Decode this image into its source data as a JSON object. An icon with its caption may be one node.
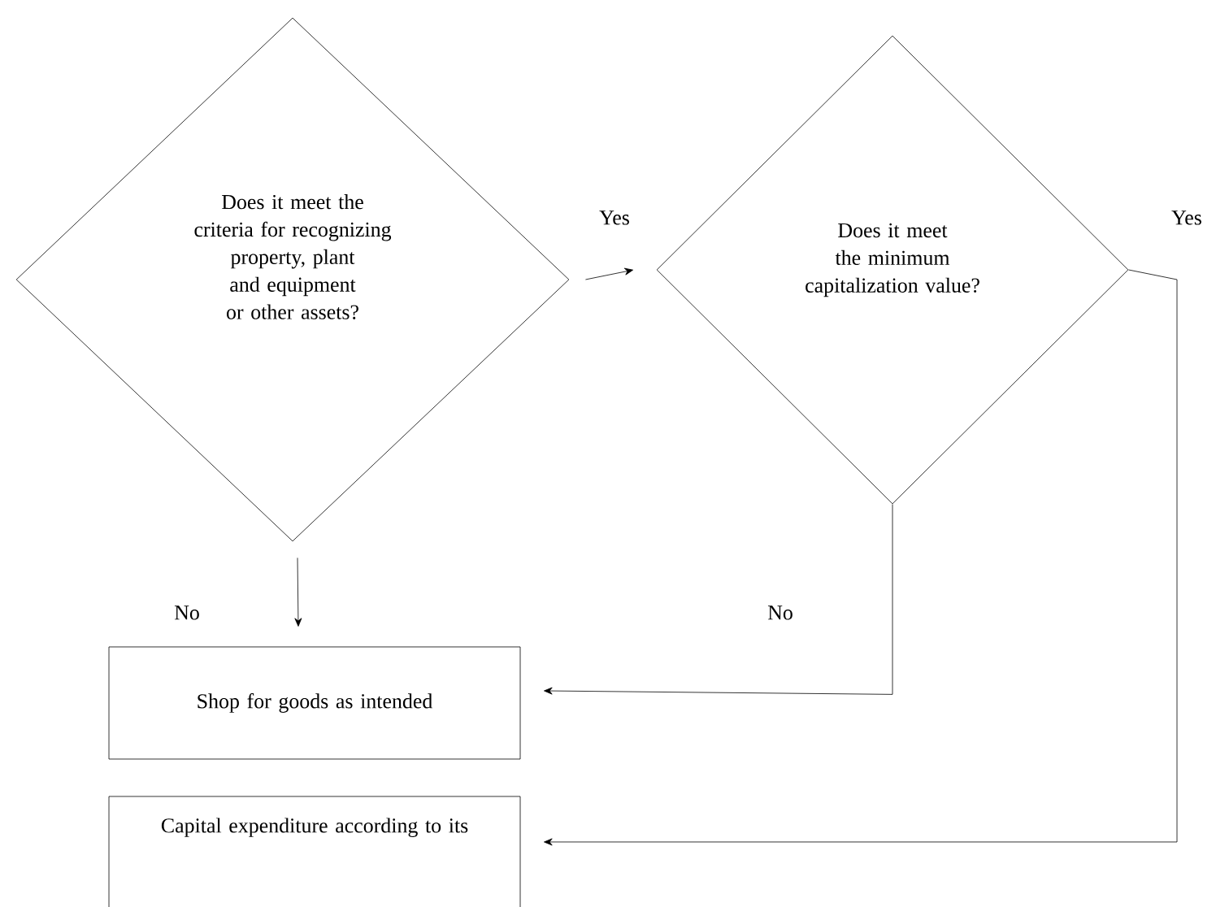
{
  "diagram": {
    "nodes": [
      {
        "text": [
          "Does it meet the criteria for recognizing property, plant and equipment or other assets?"
        ]
      },
      {
        "text": [
          "Does it meet the minimum capitalization value?"
        ]
      },
      {
        "text": [
          "Shop for goods as intended"
        ]
      },
      {
        "text": [
          "Capital expenditure according to its"
        ]
      }
    ],
    "edges": [
      {
        "from": 0,
        "to": 1,
        "arrow": "to",
        "label": "Yes"
      },
      {
        "from": 0,
        "to": 2,
        "arrow": "to",
        "label": "No"
      },
      {
        "from": 1,
        "to": 2,
        "arrow": "to",
        "label": "No"
      },
      {
        "from": 1,
        "to": 3,
        "arrow": "to",
        "label": "Yes"
      }
    ]
  }
}
